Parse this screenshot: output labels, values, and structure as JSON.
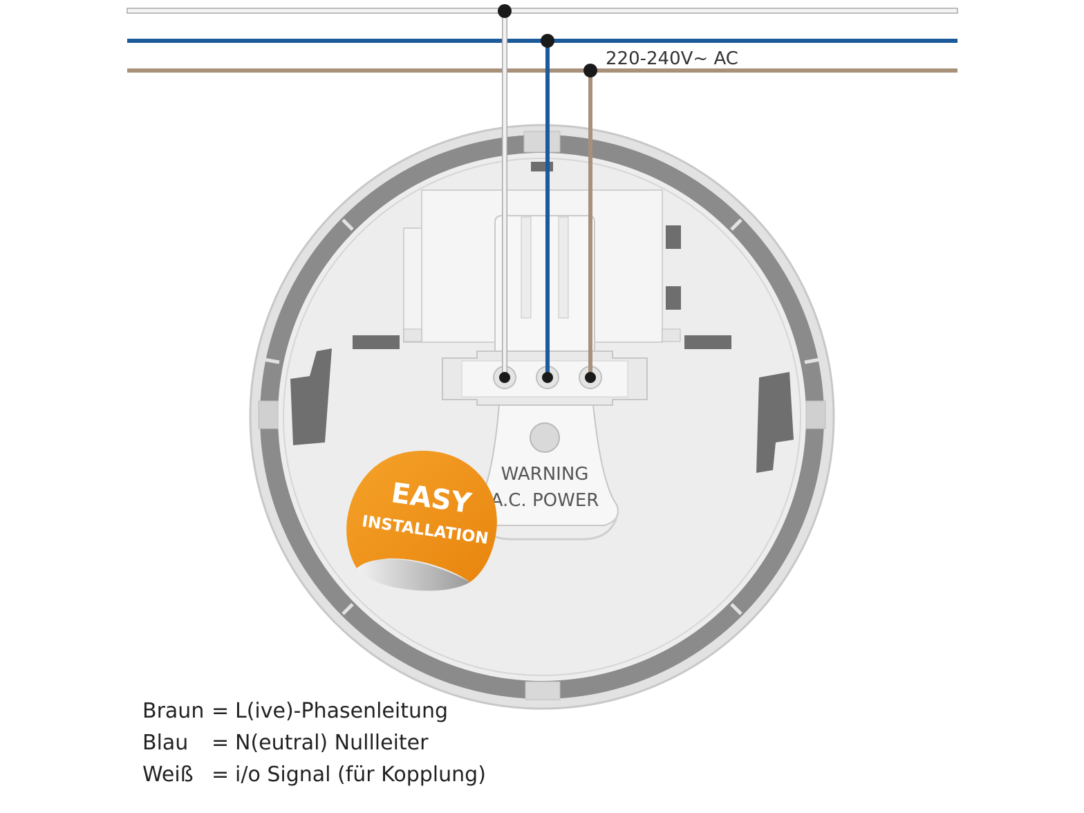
{
  "colors": {
    "white_wire": "#e6e6e6",
    "blue_wire": "#1d5a9c",
    "brown_wire": "#a8917a",
    "terminal_dot": "#1a1a1a",
    "ring_dark": "#8a8a8a",
    "base_light": "#ececec",
    "sticker_orange": "#f0931a"
  },
  "supply": {
    "voltage_label": "220-240V~ AC"
  },
  "terminal_block": {
    "warning_line1": "WARNING",
    "warning_line2": "A.C. POWER"
  },
  "sticker": {
    "title": "EASY",
    "subtitle": "INSTALLATION"
  },
  "legend": [
    {
      "color": "Braun",
      "equals": "=",
      "meaning": "L(ive)-Phasenleitung"
    },
    {
      "color": "Blau",
      "equals": "=",
      "meaning": "N(eutral) Nullleiter"
    },
    {
      "color": "Weiß",
      "equals": "=",
      "meaning": "i/o Signal (für Kopplung)"
    }
  ],
  "icons": [
    "terminal-screw-icon",
    "easy-installation-sticker-icon"
  ]
}
